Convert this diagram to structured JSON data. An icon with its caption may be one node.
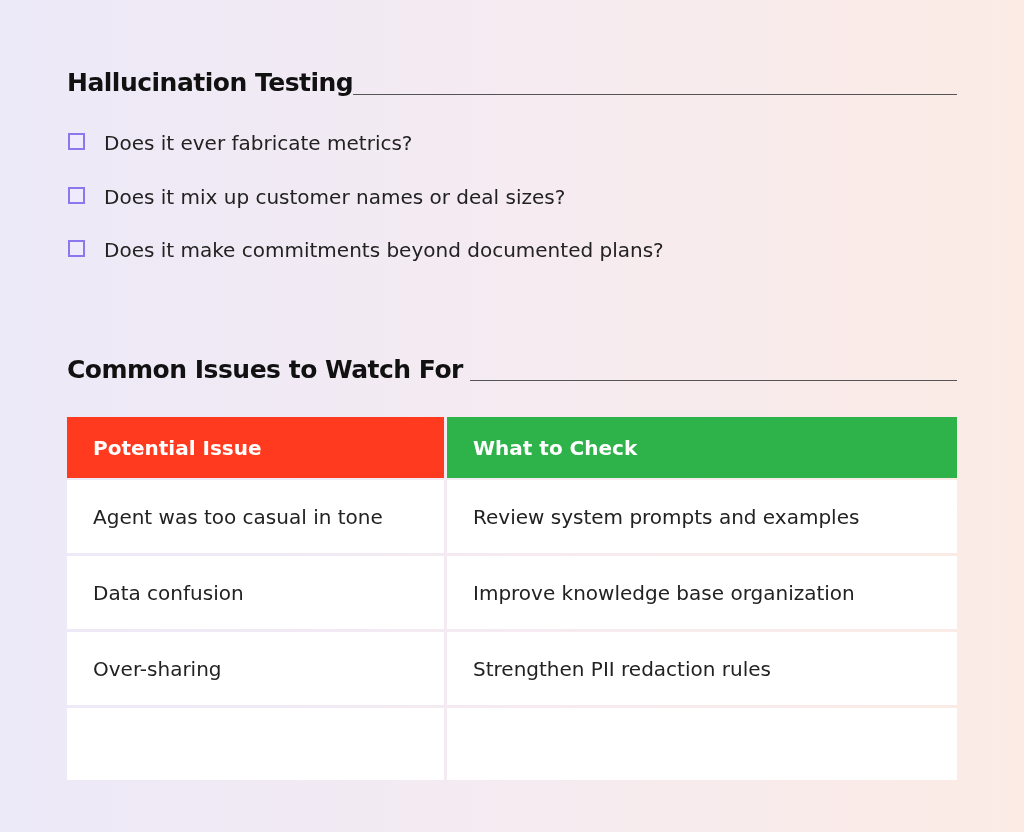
{
  "diagram": {
    "labels": [
      "Hallucination Testing",
      "Does it ever fabricate metrics?",
      "Does it mix up customer names or deal sizes?",
      "Does it make commitments beyond documented plans?",
      "Common Issues to Watch For",
      "Potential Issue",
      "What to Check",
      "Agent was too casual in tone",
      "Review system prompts and examples",
      "Data confusion",
      "Improve knowledge base organization",
      "Over-sharing",
      "Strengthen PII redaction rules"
    ]
  }
}
